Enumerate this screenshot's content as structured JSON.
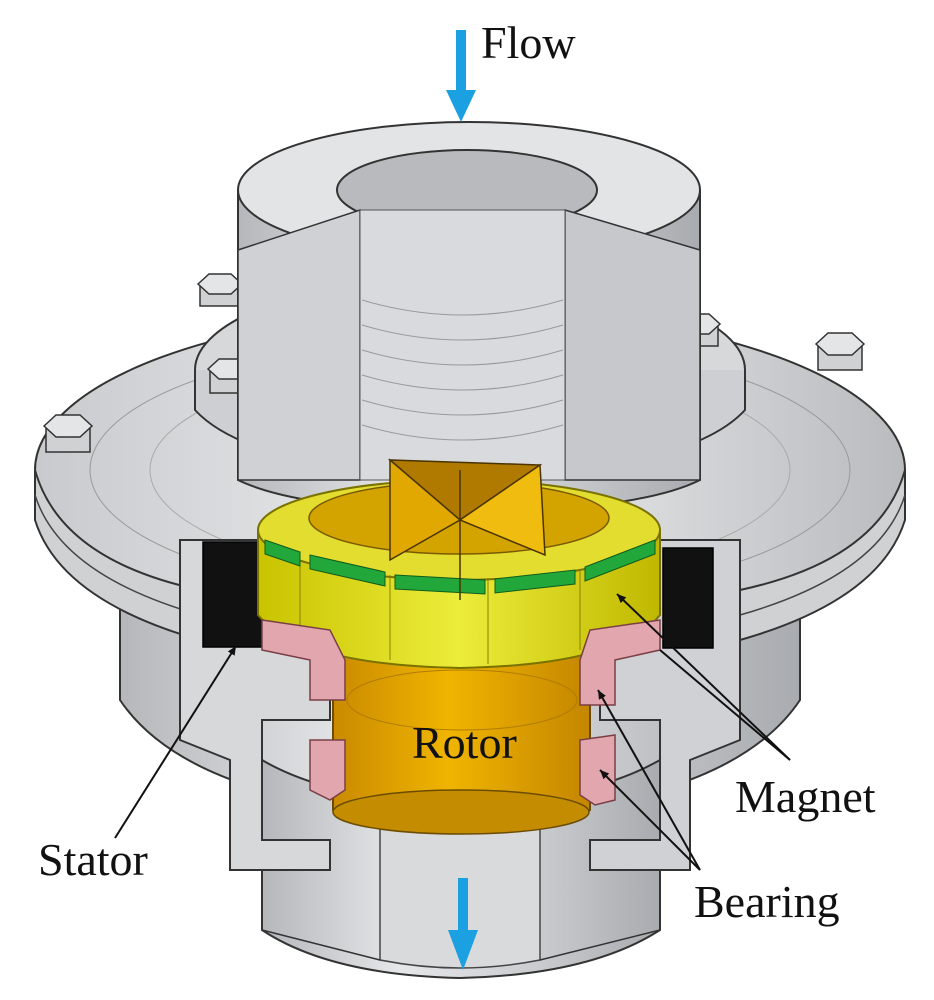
{
  "labels": {
    "flow": "Flow",
    "rotor": "Rotor",
    "magnet": "Magnet",
    "stator": "Stator",
    "bearing": "Bearing"
  },
  "colors": {
    "flow_arrow": "#1ba0e2",
    "housing": "#c4c6c9",
    "housing_dark": "#8c8f93",
    "rotor": "#d9a300",
    "magnet_ring": "#d6d400",
    "magnet_segment": "#22a83a",
    "stator": "#111111",
    "bearing": "#e2a7ae"
  }
}
